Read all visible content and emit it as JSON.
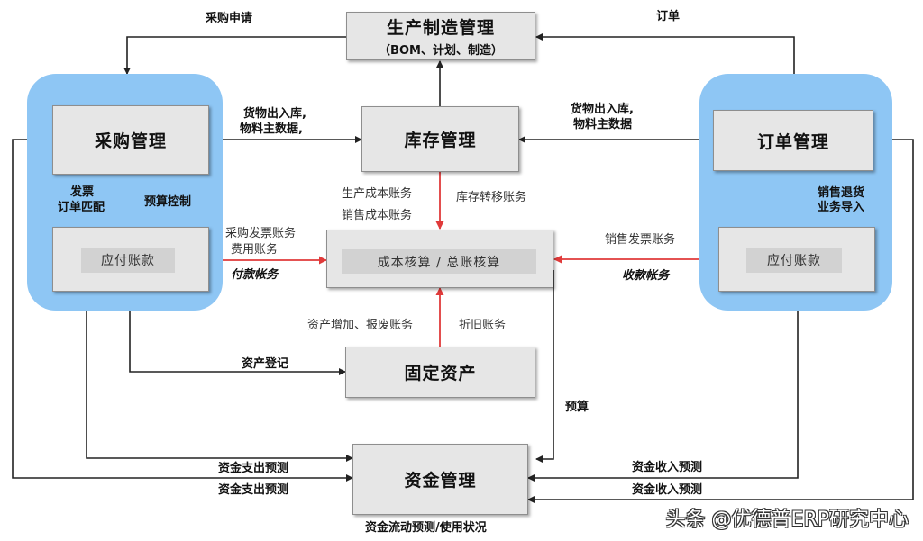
{
  "nodes": {
    "production": {
      "title": "生产制造管理",
      "subtitle": "（BOM、计划、制造）"
    },
    "purchasing": {
      "title": "采购管理",
      "inner": "应付账款"
    },
    "inventory": {
      "title": "库存管理"
    },
    "orders": {
      "title": "订单管理",
      "inner": "应付账款"
    },
    "costing": {
      "title": "成本核算 / 总账核算"
    },
    "fixed_assets": {
      "title": "固定资产"
    },
    "funds": {
      "title": "资金管理"
    }
  },
  "edges": {
    "purchase_request": "采购申请",
    "order": "订单",
    "goods_in_out_left": [
      "货物出入库,",
      "物料主数据,"
    ],
    "goods_in_out_right": [
      "货物出入库,",
      "物料主数据"
    ],
    "invoice_match": [
      "发票",
      "订单匹配"
    ],
    "budget_control": "预算控制",
    "sales_return": [
      "销售退货",
      "业务导入"
    ],
    "production_cost": "生产成本账务",
    "sales_cost": "销售成本账务",
    "inventory_transfer": "库存转移账务",
    "purchase_invoice": "采购发票账务",
    "expense": "费用账务",
    "payment": "付款帐务",
    "sales_invoice": "销售发票账务",
    "receipt": "收款帐务",
    "asset_add_scrap": "资产增加、报废账务",
    "depreciation": "折旧账务",
    "asset_register": "资产登记",
    "budget": "预算",
    "expense_forecast_1": "资金支出预测",
    "expense_forecast_2": "资金支出预测",
    "income_forecast_1": "资金收入预测",
    "income_forecast_2": "资金收入预测",
    "cash_flow": "资金流动预测/使用状况"
  },
  "watermark": "头条 @优德普ERP研究中心",
  "colors": {
    "group_fill": "#8ec6f4",
    "box_fill": "#e6e6e6",
    "red_arrow": "#e03a3a",
    "blue_arrow": "#1f6fb5",
    "line": "#222222"
  }
}
